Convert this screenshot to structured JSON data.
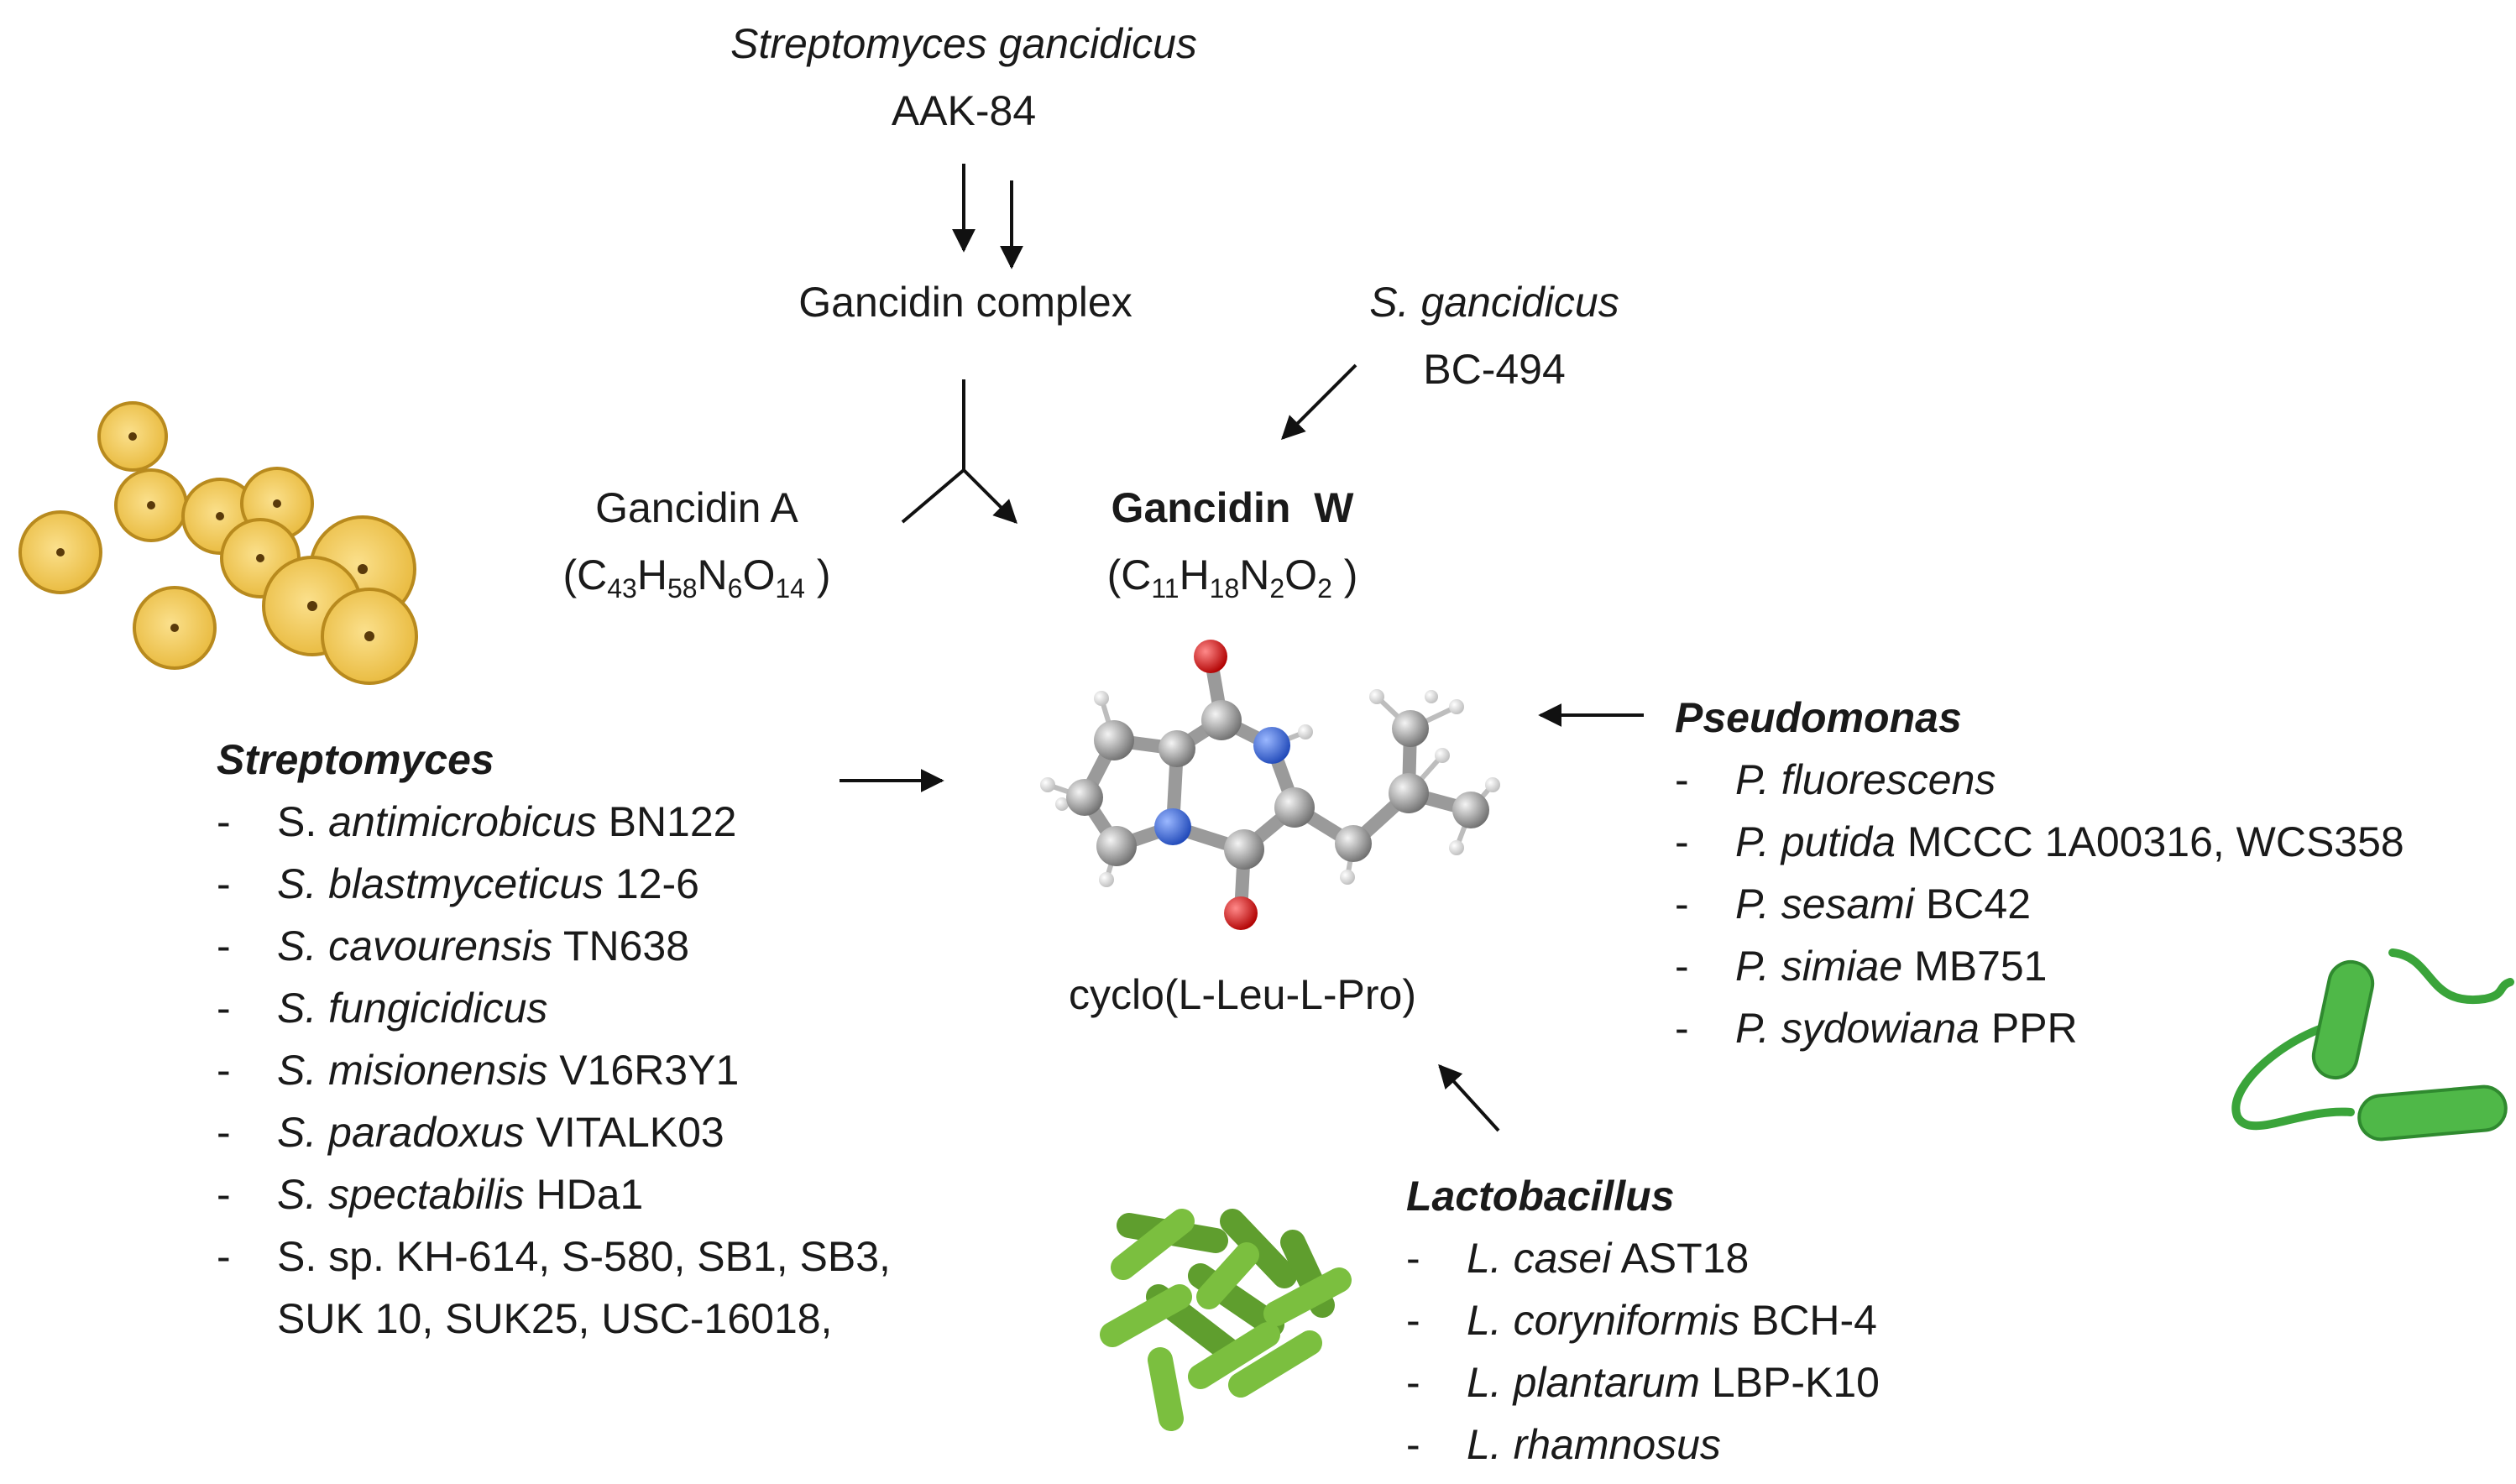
{
  "top_source": {
    "species": "Streptomyces gancidicus",
    "strain": "AAK-84"
  },
  "complex": "Gancidin complex",
  "second_source": {
    "species": "S. gancidicus",
    "strain": "BC-494"
  },
  "gancidin_a": {
    "name": "Gancidin A",
    "formula": [
      {
        "t": "(C"
      },
      {
        "s": "43"
      },
      {
        "t": "H"
      },
      {
        "s": "58"
      },
      {
        "t": "N"
      },
      {
        "s": "6"
      },
      {
        "t": "O"
      },
      {
        "s": "14"
      },
      {
        "t": " )"
      }
    ]
  },
  "gancidin_w": {
    "name": "Gancidin  W",
    "formula": [
      {
        "t": "(C"
      },
      {
        "s": "11"
      },
      {
        "t": "H"
      },
      {
        "s": "18"
      },
      {
        "t": "N"
      },
      {
        "s": "2"
      },
      {
        "t": "O"
      },
      {
        "s": "2"
      },
      {
        "t": " )"
      }
    ]
  },
  "molecule_label": "cyclo(L-Leu-L-Pro)",
  "streptomyces": {
    "title": "Streptomyces",
    "items": [
      [
        {
          "t": "S. "
        },
        {
          "i": "antimicrobicus"
        },
        {
          "t": " BN122"
        }
      ],
      [
        {
          "i": "S. blastmyceticus"
        },
        {
          "t": " 12-6"
        }
      ],
      [
        {
          "i": "S. cavourensis"
        },
        {
          "t": " TN638"
        }
      ],
      [
        {
          "i": "S. fungicidicus"
        }
      ],
      [
        {
          "i": "S. misionensis"
        },
        {
          "t": " V16R3Y1"
        }
      ],
      [
        {
          "i": "S. paradoxus"
        },
        {
          "t": " VITALK03"
        }
      ],
      [
        {
          "i": "S. spectabilis"
        },
        {
          "t": " HDa1"
        }
      ],
      [
        {
          "t": "S. sp. KH-614, S-580, SB1, SB3,"
        }
      ]
    ],
    "continuation": "SUK 10, SUK25, USC-16018,"
  },
  "pseudomonas": {
    "title": "Pseudomonas",
    "items": [
      [
        {
          "i": "P. fluorescens"
        }
      ],
      [
        {
          "i": "P. putida"
        },
        {
          "t": " MCCC 1A00316, WCS358"
        }
      ],
      [
        {
          "i": "P. sesami"
        },
        {
          "t": " BC42"
        }
      ],
      [
        {
          "i": "P. simiae"
        },
        {
          "t": " MB751"
        }
      ],
      [
        {
          "i": "P. sydowiana"
        },
        {
          "t": " PPR"
        }
      ]
    ]
  },
  "lactobacillus": {
    "title": "Lactobacillus",
    "items": [
      [
        {
          "i": "L. casei"
        },
        {
          "t": " AST18"
        }
      ],
      [
        {
          "i": "L. coryniformis"
        },
        {
          "t": " BCH-4"
        }
      ],
      [
        {
          "i": "L. plantarum"
        },
        {
          "t": " LBP-K10"
        }
      ],
      [
        {
          "i": "L. rhamnosus"
        }
      ]
    ]
  },
  "list_dash": "-",
  "colors": {
    "text": "#1a1a1a",
    "yellow_colony": "#f0c95a",
    "yellow_edge": "#b88a1e",
    "green_bacteria": "#6aa83a",
    "green_bacillus": "#4fb848",
    "carbon": "#8a8a8a",
    "nitrogen": "#3a6fd8",
    "oxygen": "#e01010",
    "hydrogen": "#e8e8e8"
  }
}
